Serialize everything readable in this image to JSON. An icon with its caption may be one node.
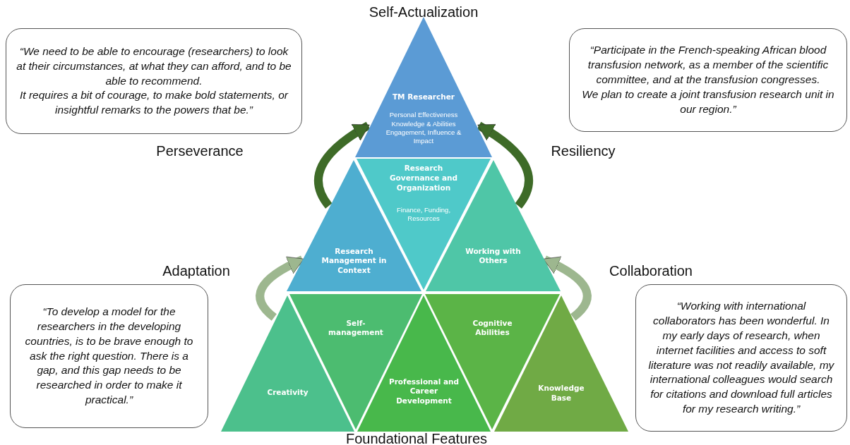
{
  "diagram": {
    "nodes": [
      {
        "text": [
          "TM Researcher",
          "Personal Effectiveness Knowledge & Abilities Engagement, Influence & Impact"
        ]
      },
      {
        "text": [
          "Research Management in Context"
        ]
      },
      {
        "text": [
          "Research Governance and Organization",
          "Finance, Funding, Resources"
        ]
      },
      {
        "text": [
          "Working with Others"
        ]
      },
      {
        "text": [
          "Creativity"
        ]
      },
      {
        "text": [
          "Self- management"
        ]
      },
      {
        "text": [
          "Professional and Career Development"
        ]
      },
      {
        "text": [
          "Cognitive Abilities"
        ]
      },
      {
        "text": [
          "Knowledge Base"
        ]
      },
      {
        "text": [
          "“We need to be able to encourage (researchers) to look at their circumstances, at what they can afford, and to be able to recommend.",
          "It requires a bit of courage, to make bold statements, or insightful remarks to the powers that be.”"
        ]
      },
      {
        "text": [
          "“Participate in the French-speaking African blood transfusion network, as a member of the scientific committee, and at the transfusion congresses.",
          "We plan to create a joint transfusion research unit in our region.”"
        ]
      },
      {
        "text": [
          "“To develop a model for the researchers in the developing countries, is to be brave enough to ask the right question. There is a gap, and this gap needs to be researched in order to make it practical.”"
        ]
      },
      {
        "text": [
          "“Working with international collaborators has been wonderful. In my early days of research, when internet facilities and access to soft literature was not readily available, my international colleagues would search for citations and download full articles for my research writing.”"
        ]
      }
    ],
    "edges": [
      {
        "from": 1,
        "to": 0,
        "arrow": "to",
        "color": "#3e6b28"
      },
      {
        "from": 3,
        "to": 0,
        "arrow": "to",
        "color": "#3e6b28"
      },
      {
        "from": 4,
        "to": 1,
        "arrow": "to",
        "color": "#9db78f"
      },
      {
        "from": 8,
        "to": 3,
        "arrow": "to",
        "color": "#9db78f"
      }
    ],
    "labels": [
      "Self-Actualization",
      "Perseverance",
      "Resiliency",
      "Adaptation",
      "Collaboration",
      "Foundational Features"
    ]
  }
}
